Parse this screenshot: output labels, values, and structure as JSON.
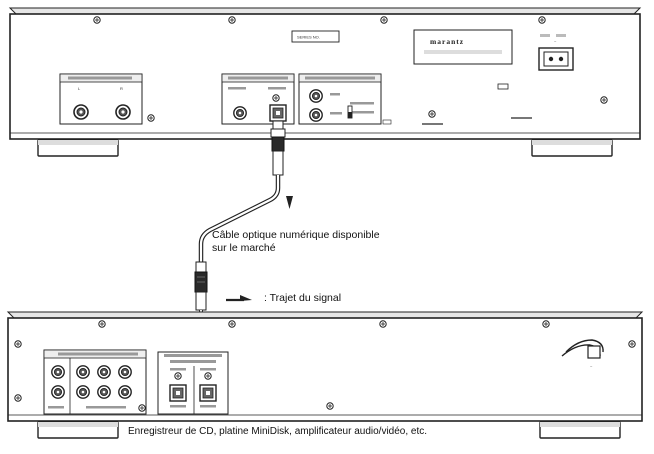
{
  "cable_label_line1": "Câble optique numérique disponible",
  "cable_label_line2": "sur le marché",
  "signal_legend_label": ":  Trajet du signal",
  "bottom_device_caption": "Enregistreur de CD, platine MiniDisk, amplificateur audio/vidéo, etc.",
  "top_device": {
    "brand": "marantz"
  }
}
